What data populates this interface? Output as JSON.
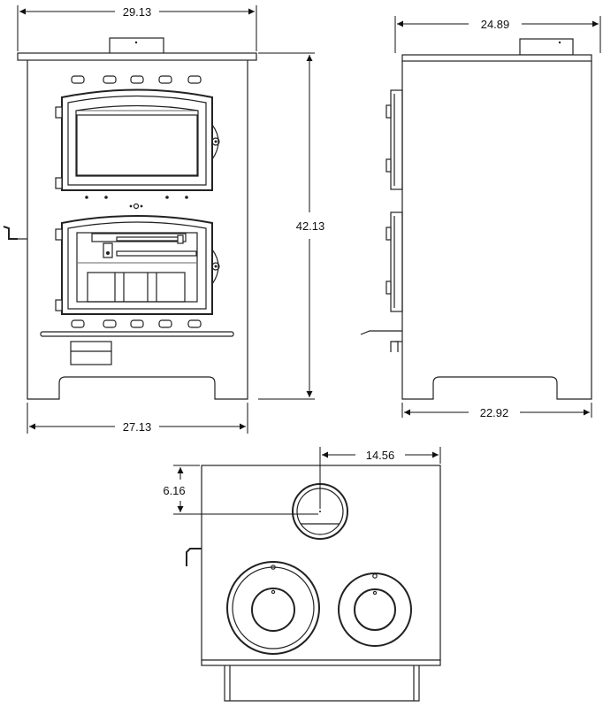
{
  "drawing": {
    "front_view": {
      "top_width": "29.13",
      "bottom_width": "27.13",
      "height": "42.13"
    },
    "side_view": {
      "top_depth": "24.89",
      "bottom_depth": "22.92"
    },
    "top_view": {
      "flue_offset_x": "14.56",
      "flue_offset_y": "6.16"
    }
  }
}
